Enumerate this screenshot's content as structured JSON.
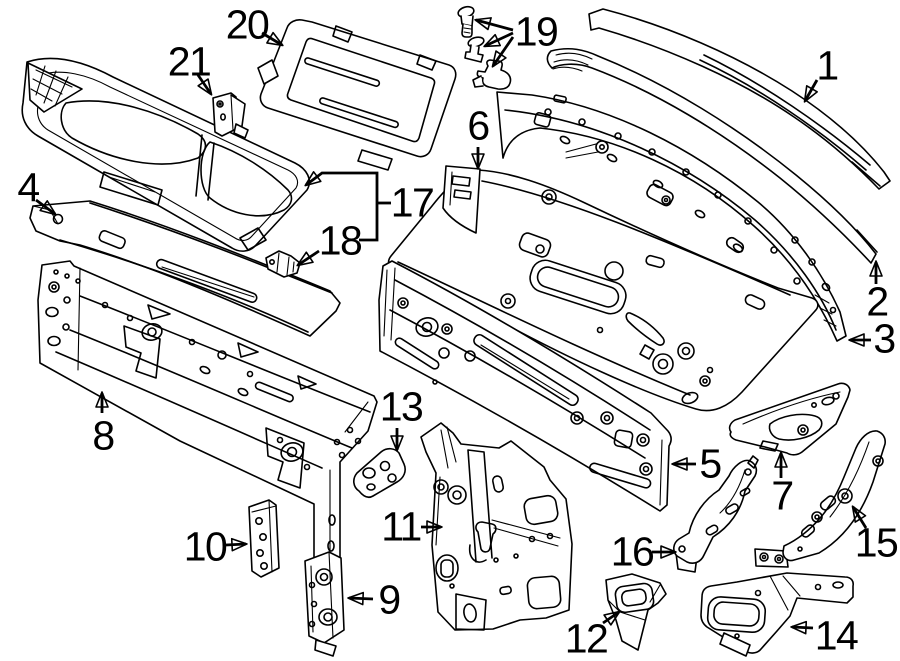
{
  "diagram": {
    "type": "exploded-parts-diagram",
    "colors": {
      "background": "#ffffff",
      "line": "#000000"
    },
    "callout_numbers": [
      "1",
      "2",
      "3",
      "4",
      "5",
      "6",
      "7",
      "8",
      "9",
      "10",
      "11",
      "12",
      "13",
      "14",
      "15",
      "16",
      "17",
      "18",
      "19",
      "20",
      "21"
    ]
  }
}
